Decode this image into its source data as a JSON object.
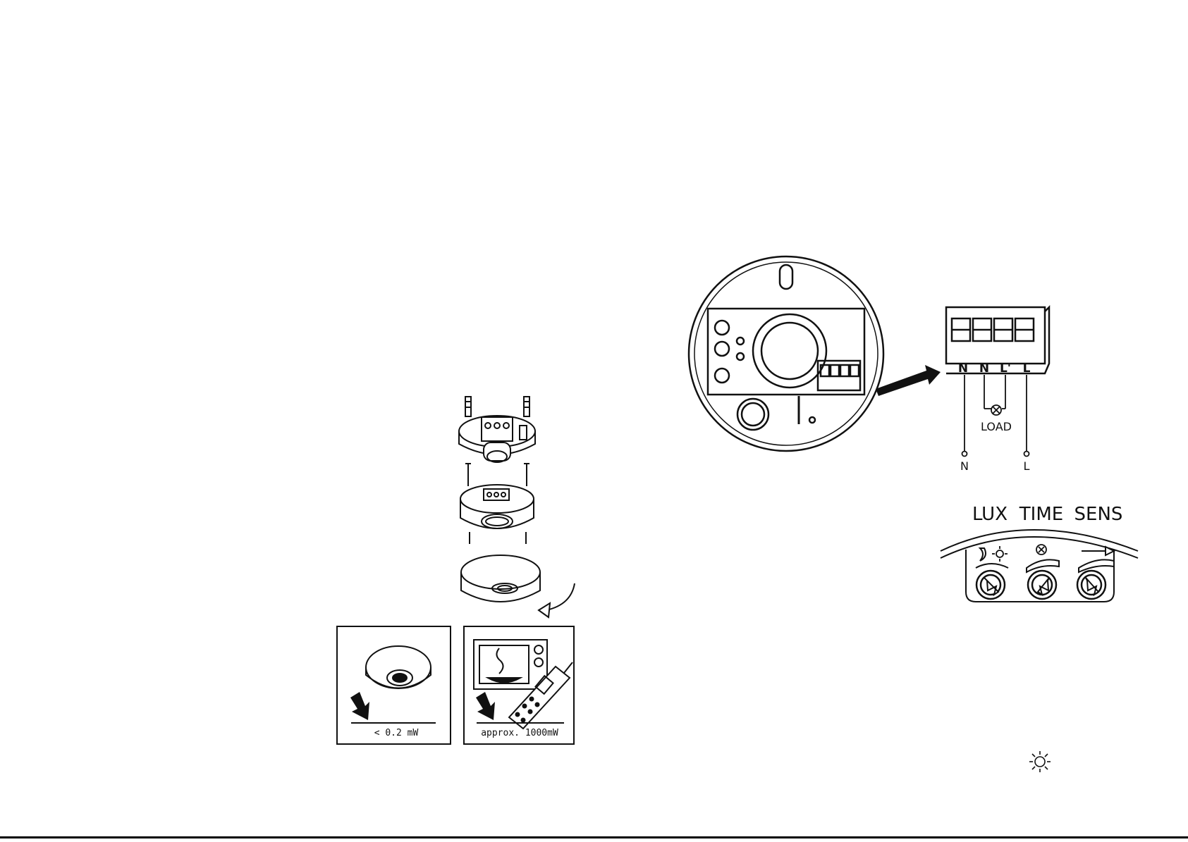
{
  "power_comparison": {
    "sensor_label": "< 0.2 mW",
    "microwave_label": "approx. 1000mW"
  },
  "wiring": {
    "terminals": [
      "N",
      "N",
      "L'",
      "L"
    ],
    "load_label": "LOAD",
    "neutral_label": "N",
    "live_label": "L"
  },
  "controls": {
    "lux_label": "LUX",
    "time_label": "TIME",
    "sens_label": "SENS"
  }
}
